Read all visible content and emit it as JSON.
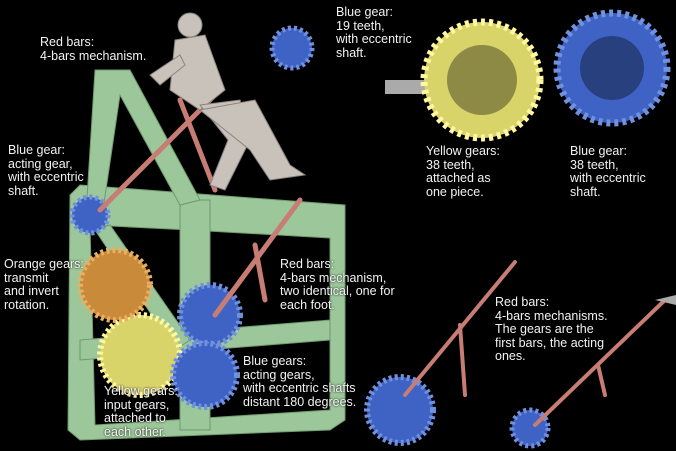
{
  "labels": {
    "red_bars_top": "Red bars:\n4-bars mechanism.",
    "blue_gear_19": "Blue gear:\n19 teeth,\nwith eccentric\nshaft.",
    "blue_gear_acting": "Blue gear:\nacting gear,\nwith eccentric\nshaft.",
    "yellow_gears_38": "Yellow gears:\n38 teeth,\nattached as\none piece.",
    "blue_gear_38": "Blue gear:\n38 teeth,\nwith eccentric\nshaft.",
    "orange_gears": "Orange gears:\ntransmit\nand invert\nrotation.",
    "red_bars_feet": "Red bars:\n4-bars mechanism,\ntwo identical, one for\neach foot.",
    "red_bars_mechanisms": "Red bars:\n4-bars mechanisms.\nThe gears are the\nfirst bars, the acting\nones.",
    "blue_gears_acting": "Blue gears:\nacting gears,\nwith eccentric shafts\ndistant 180 degrees.",
    "yellow_gears_input": "Yellow gears:\ninput gears,\nattached to\neach other."
  },
  "colors": {
    "background": "#000000",
    "frame_green": "#9cc79a",
    "gear_blue": "#3f63c4",
    "gear_yellow": "#d9d46a",
    "gear_orange": "#c98a3a",
    "bar_red": "#c77c74",
    "figure_grey": "#c8c2bb"
  }
}
